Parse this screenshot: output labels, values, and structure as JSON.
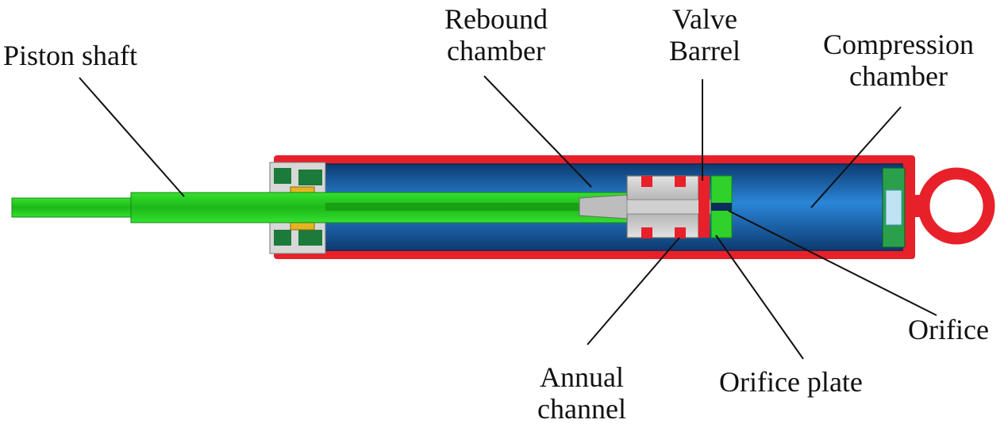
{
  "labels": {
    "piston_shaft": "Piston shaft",
    "rebound_chamber": [
      "Rebound",
      "chamber"
    ],
    "valve_barrel": [
      "Valve",
      "Barrel"
    ],
    "compression_chamber": [
      "Compression",
      "chamber"
    ],
    "orifice": "Orifice",
    "orifice_plate": "Orifice plate",
    "annual_channel": [
      "Annual",
      "channel"
    ]
  },
  "colors": {
    "outer_tube": "#e8202a",
    "fluid": "#1f74c8",
    "fluid_dark": "#0c3f7a",
    "piston_rod": "#22c81e",
    "valve_body": "#c8c8c8",
    "orifice_plate": "#2fd12a",
    "seal": "#1c7a3a",
    "bushing": "#e6b422",
    "leader_line": "#111111"
  }
}
